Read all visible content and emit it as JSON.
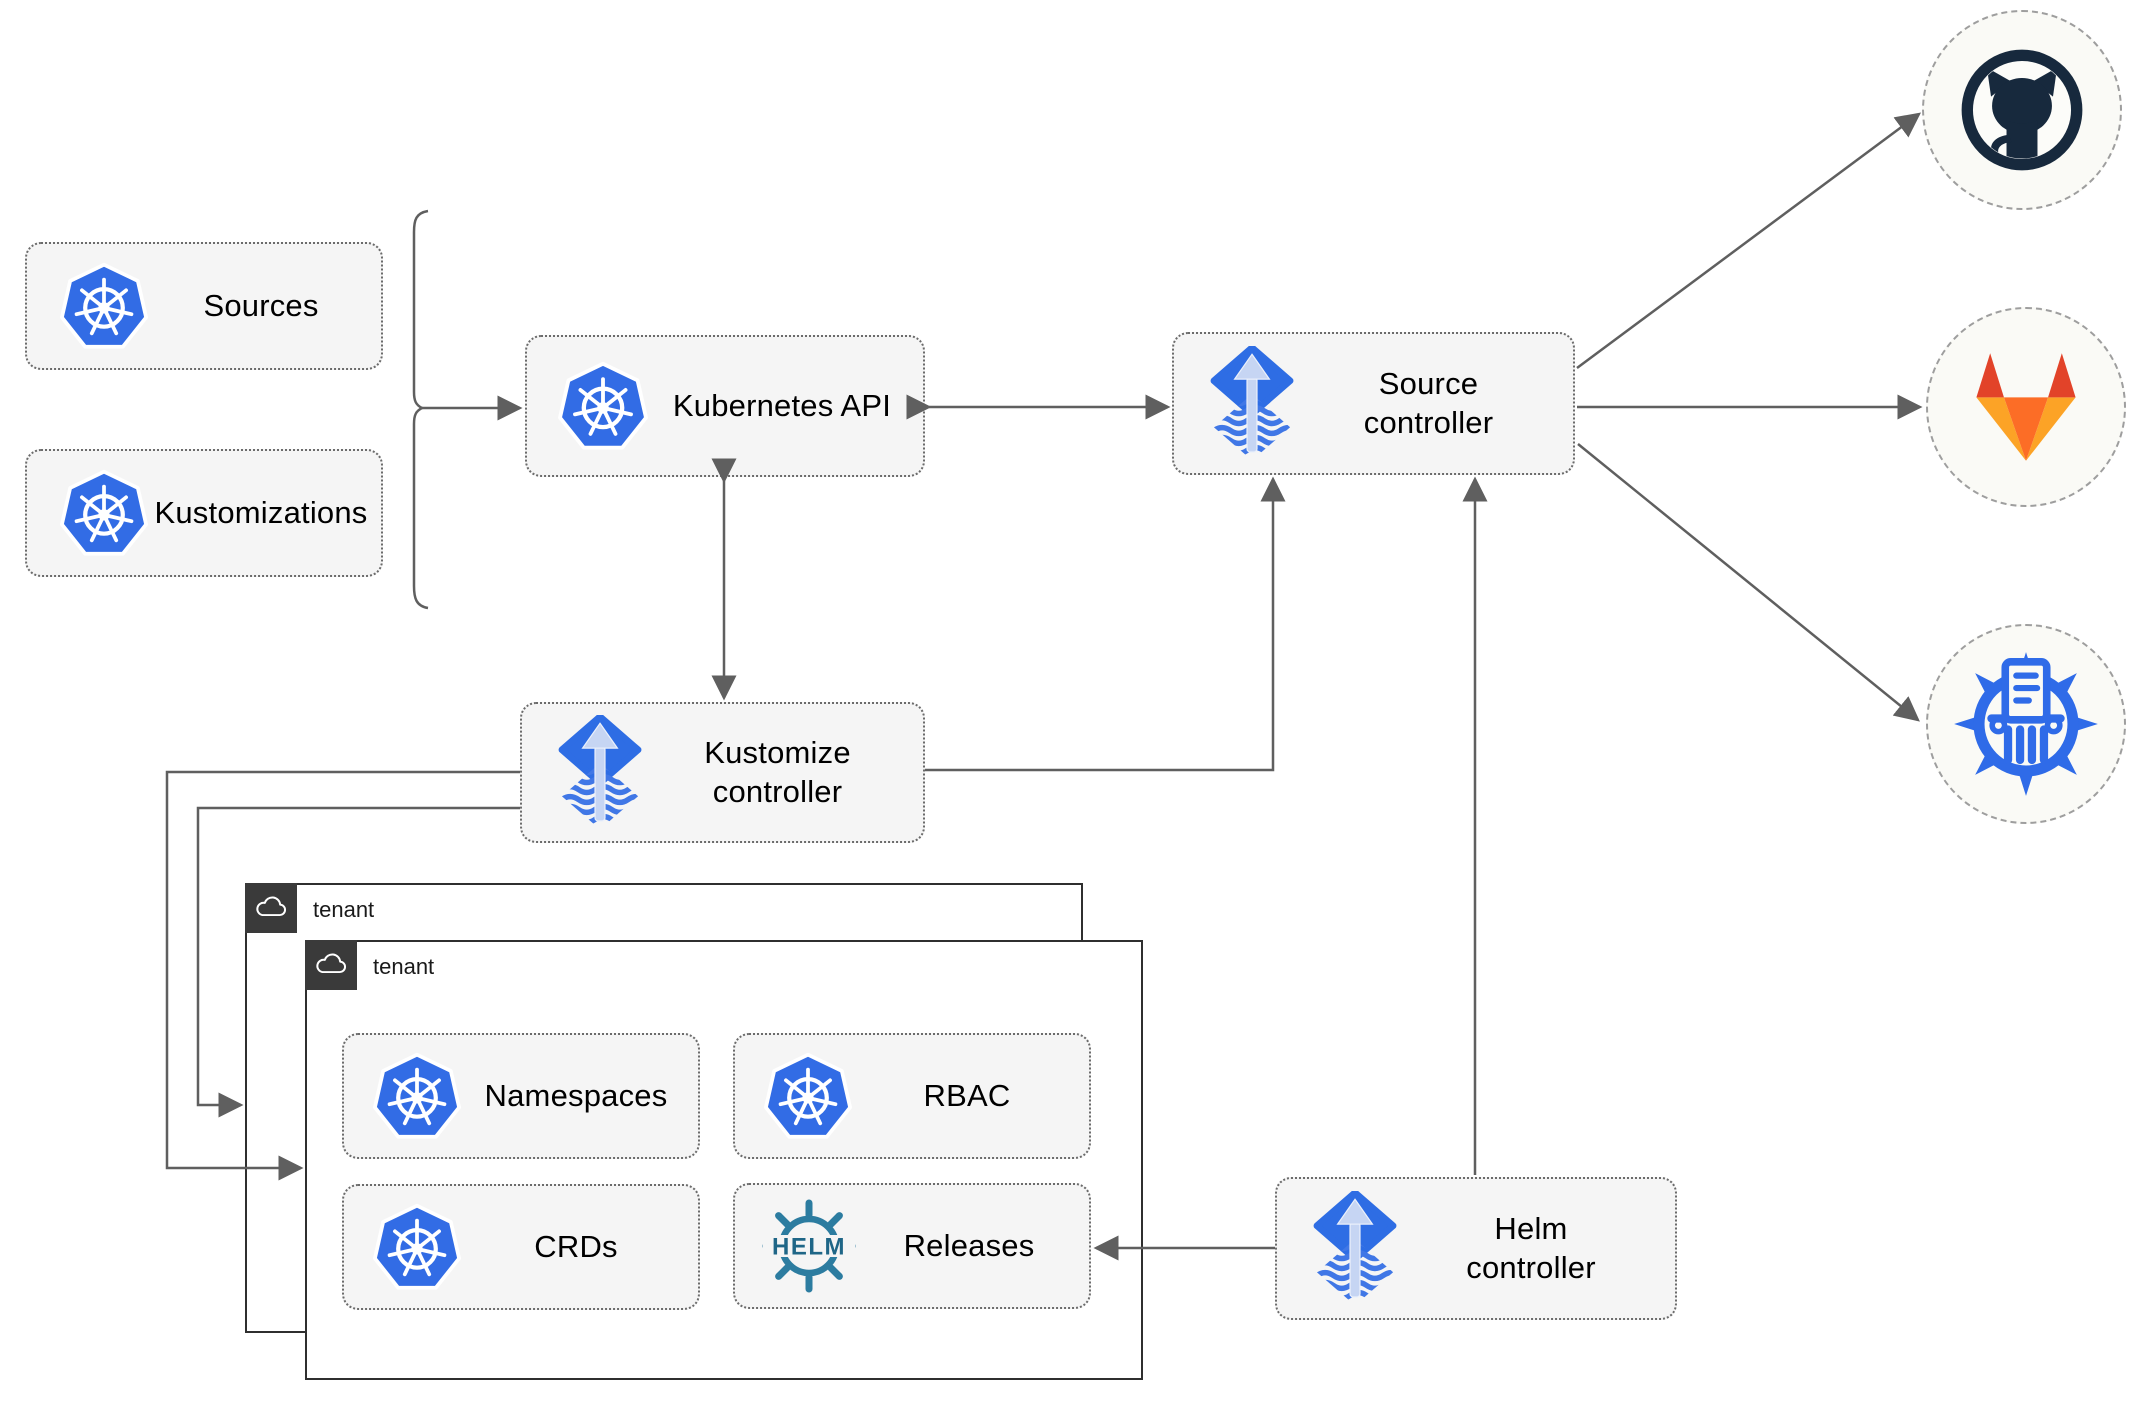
{
  "nodes": {
    "sources": {
      "label": "Sources"
    },
    "kustomizations": {
      "label": "Kustomizations"
    },
    "kubernetes_api": {
      "label": "Kubernetes API"
    },
    "source_controller": {
      "line1": "Source",
      "line2": "controller"
    },
    "kustomize_controller": {
      "line1": "Kustomize",
      "line2": "controller"
    },
    "helm_controller": {
      "line1": "Helm",
      "line2": "controller"
    },
    "namespaces": {
      "label": "Namespaces"
    },
    "rbac": {
      "label": "RBAC"
    },
    "crds": {
      "label": "CRDs"
    },
    "releases": {
      "label": "Releases"
    }
  },
  "tenants": {
    "back": {
      "label": "tenant"
    },
    "front": {
      "label": "tenant"
    }
  },
  "icons": {
    "kubernetes": "kubernetes-wheel-logo",
    "flux": "flux-gitops-diamond-logo",
    "helm": "helm-ship-wheel-logo",
    "helm_wordmark": "HELM",
    "github": "github-octocat-logo",
    "gitlab": "gitlab-tanuki-logo",
    "chart_repository": "chartmuseum-wheel-logo",
    "cloud": "cloud-outline-icon"
  },
  "colors": {
    "kubernetes_blue": "#326CE5",
    "flux_blue": "#2E6DE4",
    "flux_arrow_light": "#C6D5F3",
    "helm_teal": "#2C7CA0",
    "github_navy": "#17293D",
    "gitlab_red": "#E24329",
    "gitlab_orange": "#FC6D26",
    "gitlab_yellow": "#FCA326",
    "chartmuseum_blue": "#2F6BE8",
    "node_fill": "#F5F5F5",
    "edge_gray": "#5F5F5F",
    "tenant_tab_bg": "#3A3A3A"
  }
}
